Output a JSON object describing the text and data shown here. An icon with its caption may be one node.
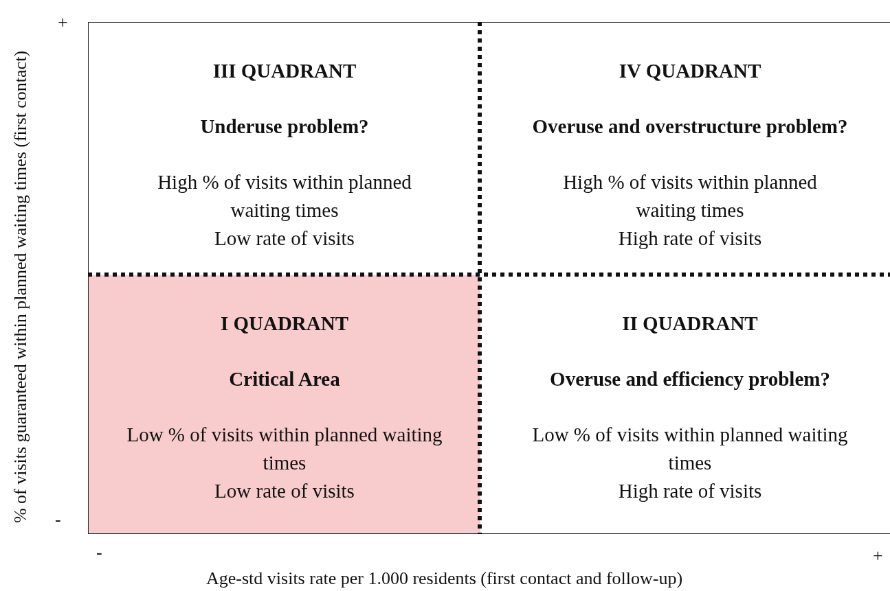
{
  "diagram": {
    "nodes": [
      {
        "text": [
          "III QUADRANT",
          "Underuse problem?",
          "High % of visits within planned waiting times",
          "Low rate of visits"
        ]
      },
      {
        "text": [
          "IV QUADRANT",
          "Overuse and overstructure problem?",
          "High % of visits within planned waiting times",
          "High rate of visits"
        ]
      },
      {
        "text": [
          "I QUADRANT",
          "Critical Area",
          "Low % of visits within planned waiting times",
          "Low rate of visits"
        ]
      },
      {
        "text": [
          "II QUADRANT",
          "Overuse and efficiency problem?",
          "Low % of visits within planned waiting times",
          "High rate of visits"
        ]
      }
    ],
    "labels": [
      "+",
      "% of visits guaranteed within planned waiting times (first contact)",
      "-",
      "-",
      "+",
      "Age-std visits rate per 1.000 residents  (first contact and follow-up)"
    ]
  }
}
